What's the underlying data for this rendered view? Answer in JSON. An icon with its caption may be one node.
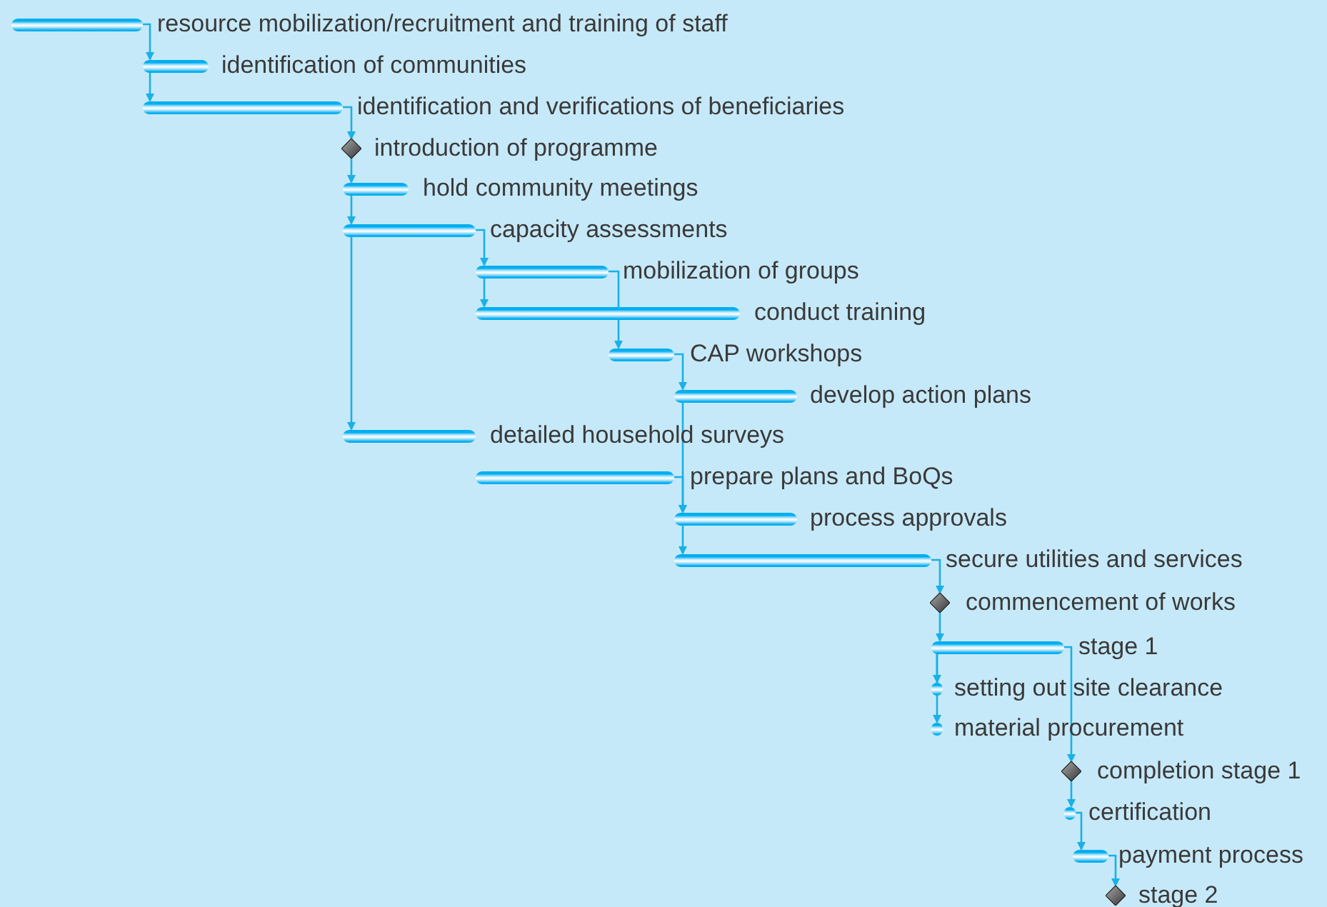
{
  "diagram": {
    "nodes": [
      {
        "text": [],
        "shape": "bar",
        "beside": [
          "resource mobilization/recruitment and training of staff"
        ]
      },
      {
        "text": [],
        "shape": "bar",
        "beside": [
          "identification of communities"
        ]
      },
      {
        "text": [],
        "shape": "bar",
        "beside": [
          "identification and verifications of beneficiaries"
        ]
      },
      {
        "text": [],
        "shape": "diamond",
        "beside": [
          "introduction of programme"
        ]
      },
      {
        "text": [],
        "shape": "bar",
        "beside": [
          "hold community meetings"
        ]
      },
      {
        "text": [],
        "shape": "bar",
        "beside": [
          "capacity assessments"
        ]
      },
      {
        "text": [],
        "shape": "bar",
        "beside": [
          "mobilization of groups"
        ]
      },
      {
        "text": [],
        "shape": "bar",
        "beside": [
          "conduct training"
        ]
      },
      {
        "text": [],
        "shape": "bar",
        "beside": [
          "CAP workshops"
        ]
      },
      {
        "text": [],
        "shape": "bar",
        "beside": [
          "develop action plans"
        ]
      },
      {
        "text": [],
        "shape": "bar",
        "beside": [
          "detailed household surveys"
        ]
      },
      {
        "text": [],
        "shape": "bar",
        "beside": [
          "prepare plans and BoQs"
        ]
      },
      {
        "text": [],
        "shape": "bar",
        "beside": [
          "process approvals"
        ]
      },
      {
        "text": [],
        "shape": "bar",
        "beside": [
          "secure utilities and services"
        ]
      },
      {
        "text": [],
        "shape": "diamond",
        "beside": [
          "commencement of works"
        ]
      },
      {
        "text": [],
        "shape": "bar",
        "beside": [
          "stage 1"
        ]
      },
      {
        "text": [],
        "shape": "bar",
        "beside": [
          "setting out site clearance"
        ]
      },
      {
        "text": [],
        "shape": "bar",
        "beside": [
          "material procurement"
        ]
      },
      {
        "text": [],
        "shape": "diamond",
        "beside": [
          "completion stage 1"
        ]
      },
      {
        "text": [],
        "shape": "bar",
        "beside": [
          "certification"
        ]
      },
      {
        "text": [],
        "shape": "bar",
        "beside": [
          "payment process"
        ]
      },
      {
        "text": [],
        "shape": "diamond",
        "beside": [
          "stage 2"
        ]
      }
    ],
    "edges": [
      {
        "from": 0,
        "to": 1,
        "arrow": "to"
      },
      {
        "from": 1,
        "to": 2,
        "arrow": "to"
      },
      {
        "from": 2,
        "to": 3,
        "arrow": "to"
      },
      {
        "from": 3,
        "to": 4,
        "arrow": "to"
      },
      {
        "from": 4,
        "to": 5,
        "arrow": "to"
      },
      {
        "from": 5,
        "to": 6,
        "arrow": "to"
      },
      {
        "from": 5,
        "to": 10,
        "arrow": "to"
      },
      {
        "from": 6,
        "to": 7,
        "arrow": "to"
      },
      {
        "from": 6,
        "to": 8,
        "arrow": "to"
      },
      {
        "from": 8,
        "to": 9,
        "arrow": "to"
      },
      {
        "from": 9,
        "to": 12,
        "arrow": "to"
      },
      {
        "from": 11,
        "to": 12,
        "arrow": "to"
      },
      {
        "from": 12,
        "to": 13,
        "arrow": "to"
      },
      {
        "from": 13,
        "to": 14,
        "arrow": "to"
      },
      {
        "from": 14,
        "to": 15,
        "arrow": "to"
      },
      {
        "from": 15,
        "to": 16,
        "arrow": "to"
      },
      {
        "from": 15,
        "to": 17,
        "arrow": "to"
      },
      {
        "from": 15,
        "to": 18,
        "arrow": "to"
      },
      {
        "from": 18,
        "to": 19,
        "arrow": "to"
      },
      {
        "from": 19,
        "to": 20,
        "arrow": "to"
      },
      {
        "from": 20,
        "to": 21,
        "arrow": "to"
      }
    ]
  }
}
